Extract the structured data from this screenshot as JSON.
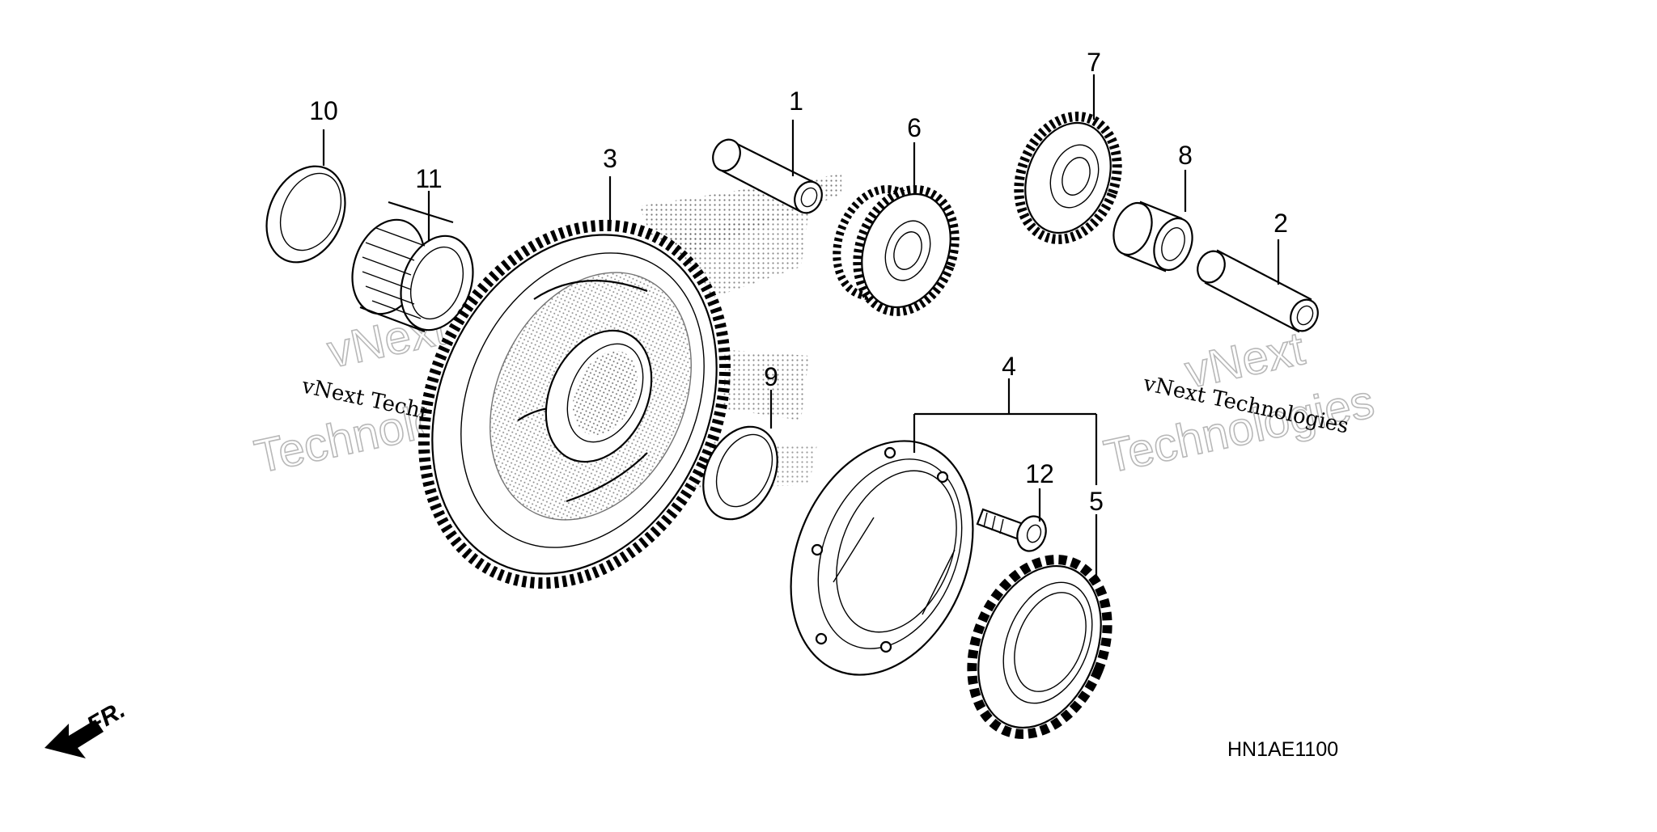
{
  "diagram": {
    "code": "HN1AE1100",
    "front_label": "FR.",
    "watermark": {
      "small": "vNext Technologies",
      "big_line1": "vNext",
      "big_line2": "Technologies"
    },
    "callouts": [
      "1",
      "2",
      "3",
      "4",
      "5",
      "6",
      "7",
      "8",
      "9",
      "10",
      "11",
      "12"
    ]
  }
}
